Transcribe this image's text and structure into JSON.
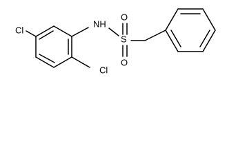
{
  "molecule": {
    "atoms": {
      "cl_left": "Cl",
      "cl_bottom": "Cl",
      "nh": "NH",
      "s": "S",
      "o_top": "O",
      "o_bottom": "O"
    }
  }
}
